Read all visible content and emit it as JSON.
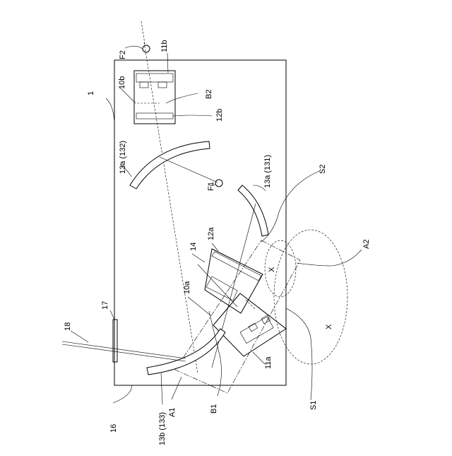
{
  "labels": {
    "housing": "1",
    "F2": "F2",
    "11b": "11b",
    "10b": "10b",
    "B2": "B2",
    "12b": "12b",
    "13a132": "13a (132)",
    "F1": "F1",
    "13a131": "13a (131)",
    "S2": "S2",
    "12a": "12a",
    "14": "14",
    "10a": "10a",
    "A2": "A2",
    "X_small": "X",
    "X_large": "X",
    "17": "17",
    "18": "18",
    "11a": "11a",
    "S1": "S1",
    "B1": "B1",
    "A1": "A1",
    "13b133": "13b (133)",
    "16": "16"
  }
}
